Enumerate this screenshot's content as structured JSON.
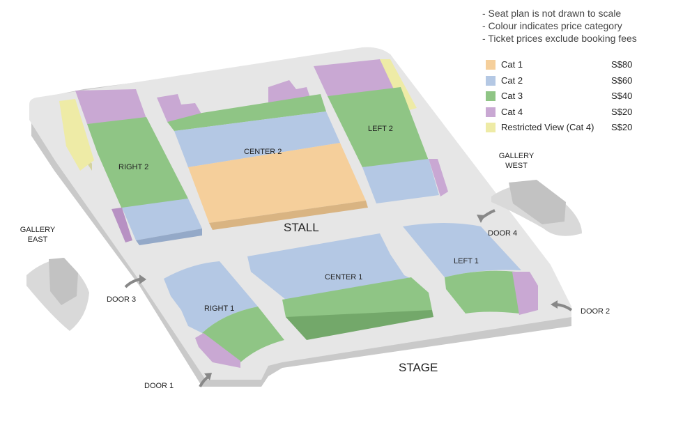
{
  "notes": [
    "- Seat plan is not drawn to scale",
    "- Colour indicates price category",
    "- Ticket prices exclude booking fees"
  ],
  "legend": [
    {
      "label": "Cat 1",
      "price": "S$80",
      "color": "#F5CF9B"
    },
    {
      "label": "Cat 2",
      "price": "S$60",
      "color": "#B4C8E4"
    },
    {
      "label": "Cat 3",
      "price": "S$40",
      "color": "#8FC585"
    },
    {
      "label": "Cat 4",
      "price": "S$20",
      "color": "#C9A8D3"
    },
    {
      "label": "Restricted View (Cat 4)",
      "price": "S$20",
      "color": "#EEEBA6"
    }
  ],
  "sections": {
    "right2": "RIGHT 2",
    "center2": "CENTER 2",
    "left2": "LEFT 2",
    "right1": "RIGHT 1",
    "center1": "CENTER 1",
    "left1": "LEFT 1"
  },
  "areas": {
    "stall": "STALL",
    "stage": "STAGE"
  },
  "galleries": {
    "east_line1": "GALLERY",
    "east_line2": "EAST",
    "west_line1": "GALLERY",
    "west_line2": "WEST"
  },
  "doors": {
    "door1": "DOOR 1",
    "door2": "DOOR 2",
    "door3": "DOOR 3",
    "door4": "DOOR 4"
  }
}
